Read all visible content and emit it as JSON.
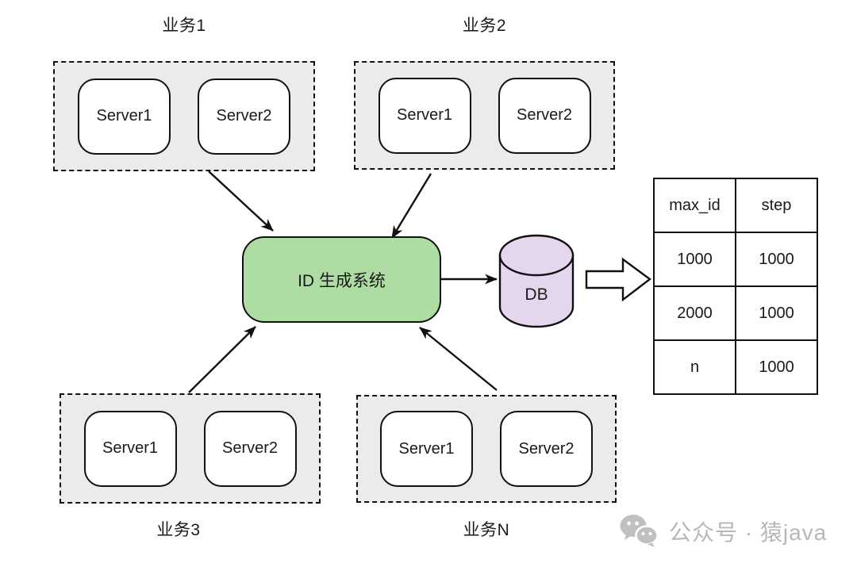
{
  "diagram": {
    "groups": [
      {
        "label": "业务1",
        "label_position": "top",
        "servers": [
          "Server1",
          "Server2"
        ]
      },
      {
        "label": "业务2",
        "label_position": "top",
        "servers": [
          "Server1",
          "Server2"
        ]
      },
      {
        "label": "业务3",
        "label_position": "bottom",
        "servers": [
          "Server1",
          "Server2"
        ]
      },
      {
        "label": "业务N",
        "label_position": "bottom",
        "servers": [
          "Server1",
          "Server2"
        ]
      }
    ],
    "center_box": {
      "label": "ID 生成系统",
      "fill": "#aedda3"
    },
    "database": {
      "label": "DB",
      "fill": "#e4d6ec"
    },
    "table": {
      "columns": [
        "max_id",
        "step"
      ],
      "rows": [
        [
          "1000",
          "1000"
        ],
        [
          "2000",
          "1000"
        ],
        [
          "n",
          "1000"
        ]
      ]
    },
    "watermark": {
      "icon": "wechat-icon",
      "text": "公众号 · 猿java",
      "color": "#b8b8b8"
    },
    "colors": {
      "group_fill": "#ebebeb",
      "server_fill": "#ffffff",
      "stroke": "#111111",
      "text": "#1a1a1a"
    }
  }
}
